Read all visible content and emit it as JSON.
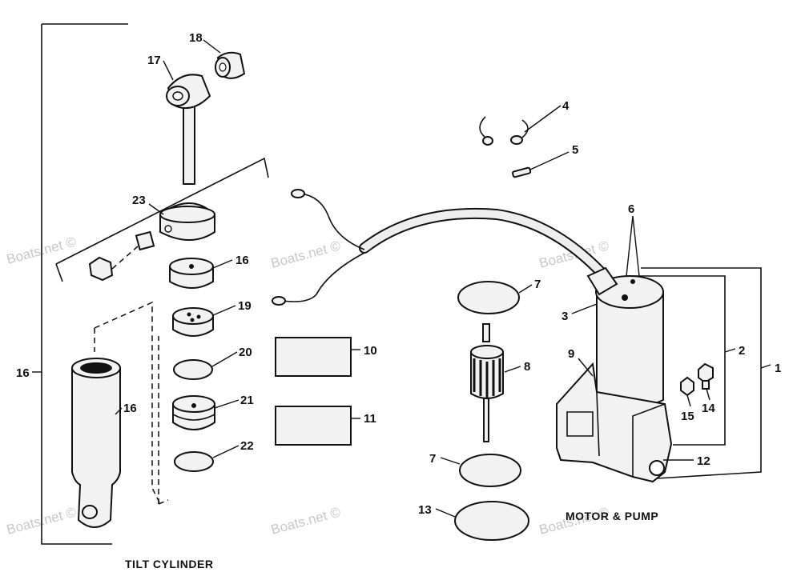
{
  "watermark": "Boats.net ©",
  "captions": {
    "tilt_cylinder": "TILT CYLINDER",
    "motor_pump": "MOTOR & PUMP"
  },
  "callouts": {
    "c1": "1",
    "c2": "2",
    "c3": "3",
    "c4": "4",
    "c5": "5",
    "c6": "6",
    "c7a": "7",
    "c7b": "7",
    "c8": "8",
    "c9": "9",
    "c10": "10",
    "c11": "11",
    "c12": "12",
    "c13": "13",
    "c14": "14",
    "c15": "15",
    "c16a": "16",
    "c16b": "16",
    "c16c": "16",
    "c17": "17",
    "c18": "18",
    "c19": "19",
    "c20": "20",
    "c21": "21",
    "c22": "22",
    "c23": "23"
  }
}
